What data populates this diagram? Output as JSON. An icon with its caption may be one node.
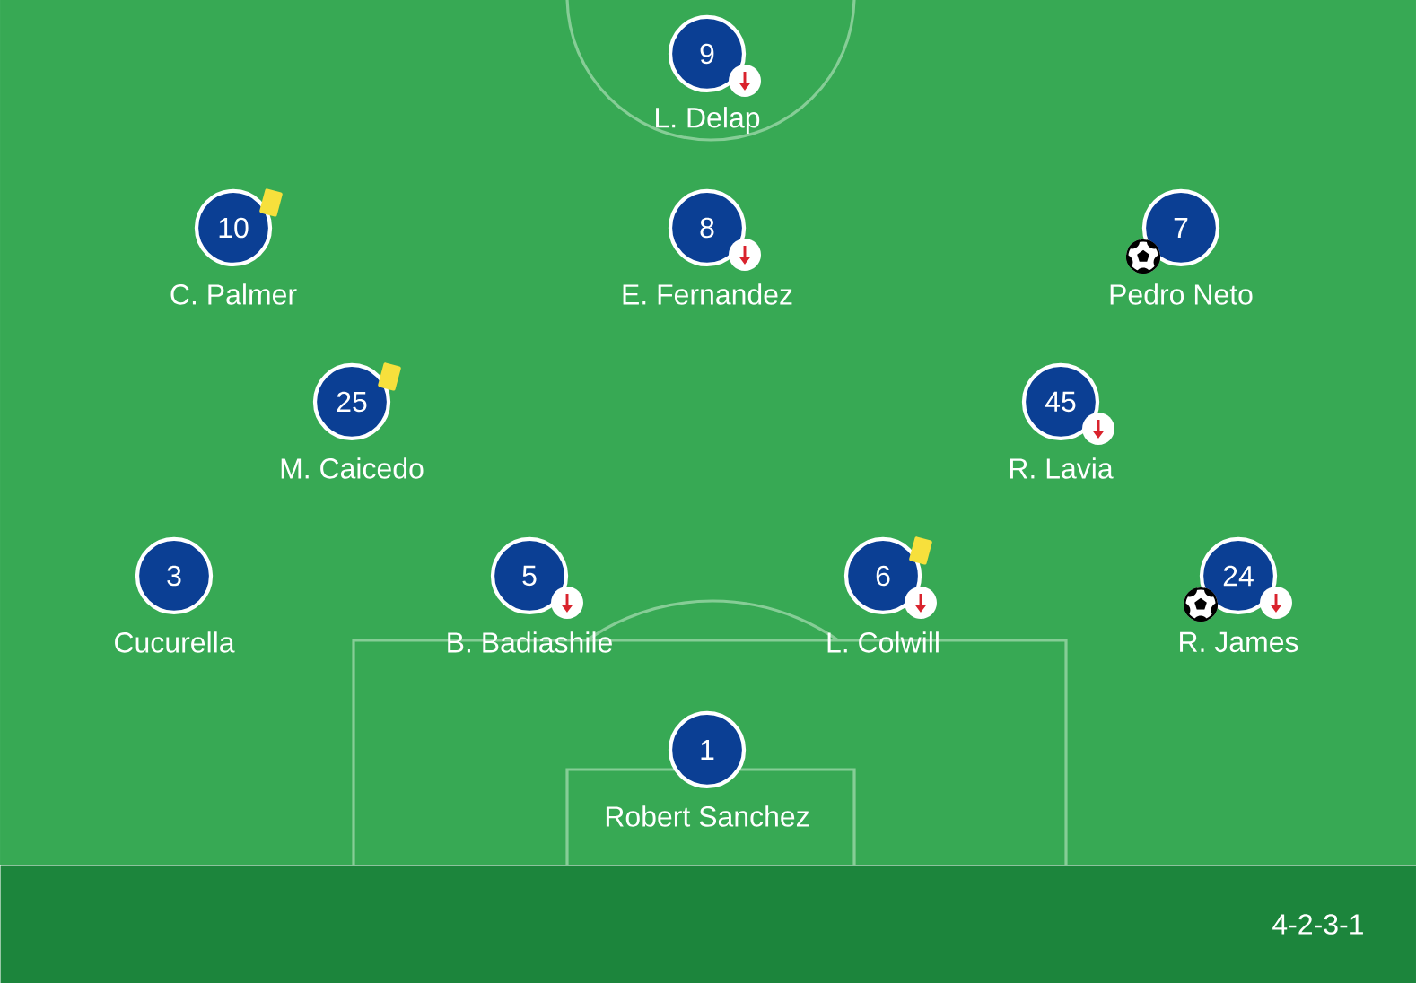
{
  "diagram": {
    "nodes": [
      {
        "text": [
          "9"
        ],
        "beside": [
          "L. Delap"
        ]
      },
      {
        "text": [
          "10"
        ],
        "beside": [
          "C. Palmer"
        ]
      },
      {
        "text": [
          "8"
        ],
        "beside": [
          "E. Fernandez"
        ]
      },
      {
        "text": [
          "7"
        ],
        "beside": [
          "Pedro Neto"
        ]
      },
      {
        "text": [
          "25"
        ],
        "beside": [
          "M. Caicedo"
        ]
      },
      {
        "text": [
          "45"
        ],
        "beside": [
          "R. Lavia"
        ]
      },
      {
        "text": [
          "3"
        ],
        "beside": [
          "Cucurella"
        ]
      },
      {
        "text": [
          "5"
        ],
        "beside": [
          "B. Badiashile"
        ]
      },
      {
        "text": [
          "6"
        ],
        "beside": [
          "L. Colwill"
        ]
      },
      {
        "text": [
          "24"
        ],
        "beside": [
          "R. James"
        ]
      },
      {
        "text": [
          "1"
        ],
        "beside": [
          "Robert Sanchez"
        ]
      },
      {
        "text": [
          "4-2-3-1"
        ]
      }
    ]
  }
}
